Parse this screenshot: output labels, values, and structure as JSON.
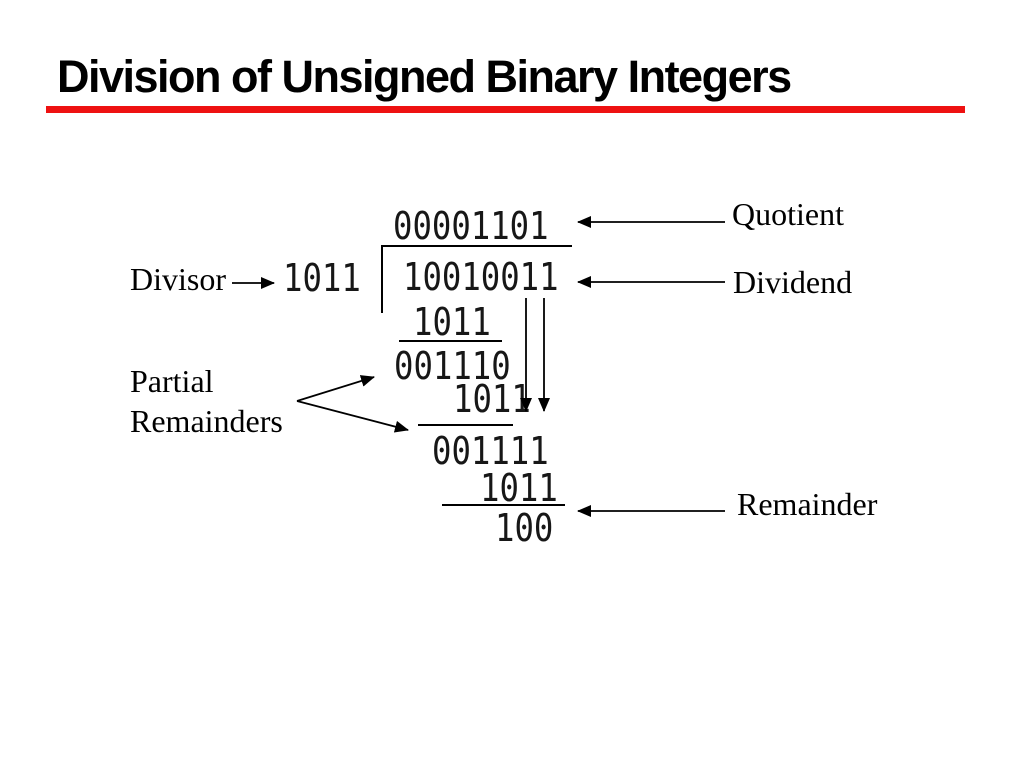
{
  "slide": {
    "title": "Division of Unsigned Binary Integers"
  },
  "colors": {
    "accent_red": "#ee1111",
    "ink": "#000000",
    "paper": "#ffffff"
  },
  "labels": {
    "divisor": "Divisor",
    "quotient": "Quotient",
    "dividend": "Dividend",
    "partial_remainders_line1": "Partial",
    "partial_remainders_line2": "Remainders",
    "remainder": "Remainder"
  },
  "division": {
    "quotient": "00001101",
    "divisor": "1011",
    "dividend": "10010011",
    "subtract1": "1011",
    "partial1": "001110",
    "subtract2": "1011",
    "partial2": "001111",
    "subtract3": "1011",
    "remainder": "100"
  }
}
